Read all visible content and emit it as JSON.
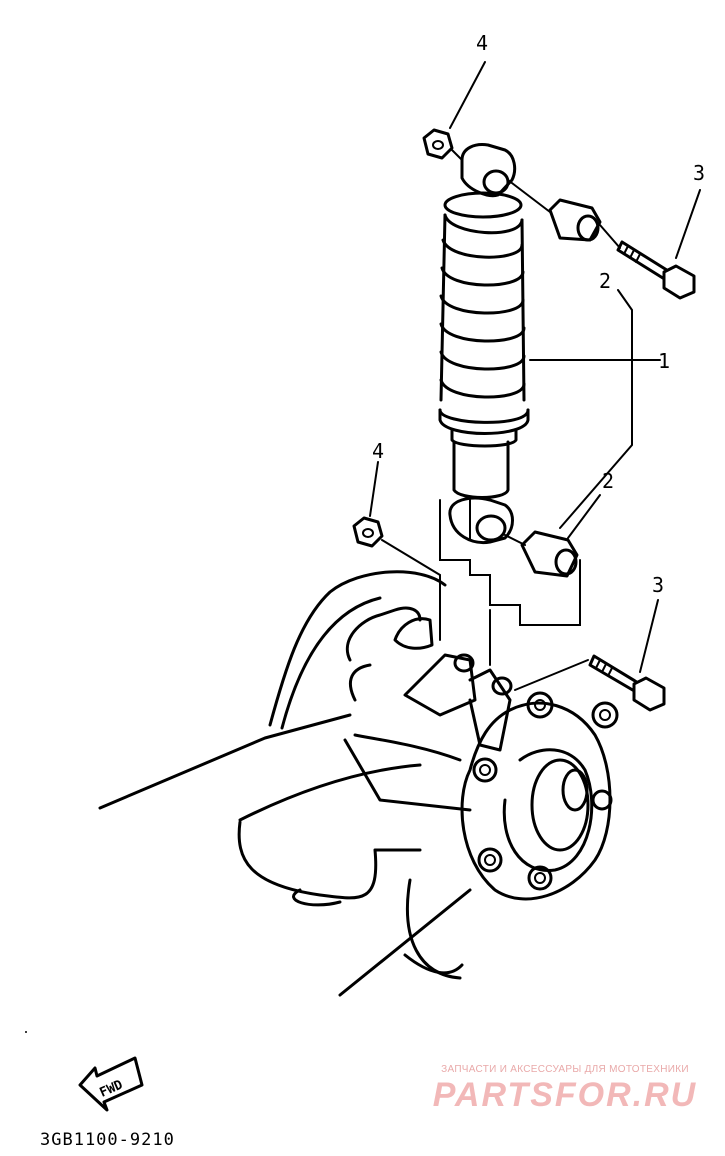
{
  "diagram": {
    "callouts": [
      {
        "id": "callout-1",
        "label": "1"
      },
      {
        "id": "callout-2-upper",
        "label": "2"
      },
      {
        "id": "callout-2-lower",
        "label": "2"
      },
      {
        "id": "callout-3-upper",
        "label": "3"
      },
      {
        "id": "callout-3-lower",
        "label": "3"
      },
      {
        "id": "callout-4-upper",
        "label": "4"
      },
      {
        "id": "callout-4-lower",
        "label": "4"
      }
    ],
    "direction_label": "FWD",
    "diagram_code": "3GB1100-9210"
  },
  "watermark": {
    "tagline": "ЗАПЧАСТИ И АКСЕССУАРЫ ДЛЯ МОТОТЕХНИКИ",
    "brand": "PARTSFOR.RU",
    "color": "#f2b8b8"
  }
}
